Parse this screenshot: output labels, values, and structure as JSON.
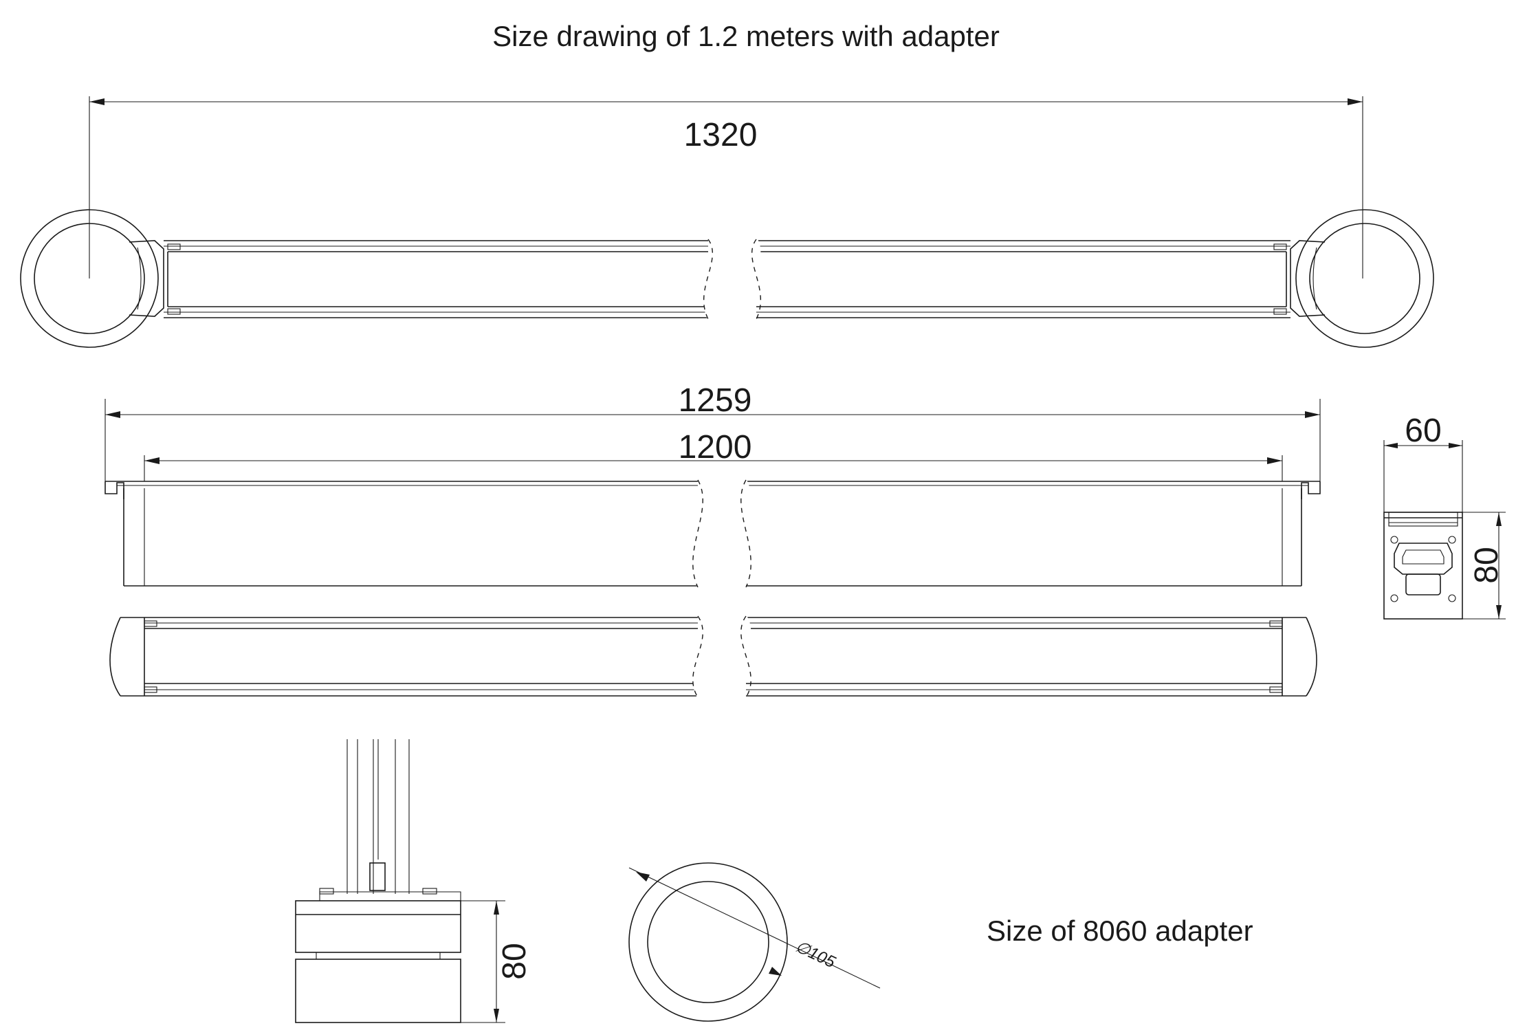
{
  "title": "Size drawing of 1.2 meters with adapter",
  "adapter_caption": "Size of 8060 adapter",
  "dimensions": {
    "overall_length": "1320",
    "body_length_with_caps": "1259",
    "body_length": "1200",
    "profile_width": "60",
    "profile_height": "80",
    "adapter_height": "80",
    "adapter_diameter": "∅105"
  }
}
